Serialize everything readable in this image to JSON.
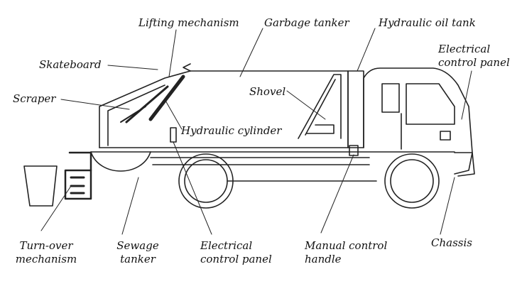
{
  "labels": {
    "lifting_mechanism": "Lifting mechanism",
    "garbage_tanker": "Garbage tanker",
    "hydraulic_oil_tank": "Hydraulic oil tank",
    "skateboard": "Skateboard",
    "electrical_control_panel_top": "Electrical control panel",
    "scraper": "Scraper",
    "shovel": "Shovel",
    "hydraulic_cylinder": "Hydraulic cylinder",
    "turn_over_mechanism": "Turn-over mechanism",
    "sewage_tanker": "Sewage tanker",
    "electrical_control_panel_bottom": "Electrical control panel",
    "manual_control_handle": "Manual control handle",
    "chassis": "Chassis"
  },
  "colors": {
    "line": "#222222",
    "background": "#ffffff"
  }
}
